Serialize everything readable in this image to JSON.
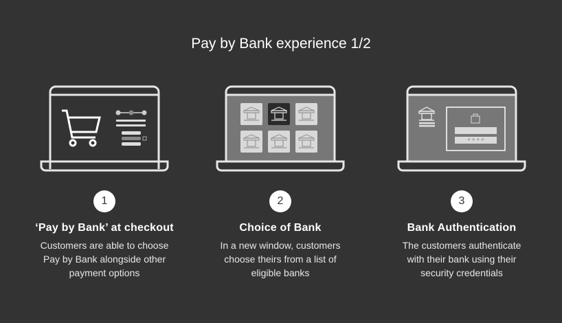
{
  "title": "Pay by Bank experience 1/2",
  "steps": [
    {
      "number": "1",
      "title": "‘Pay by Bank’ at checkout",
      "desc": [
        "Customers are able to choose",
        "Pay by Bank alongside other",
        "payment options"
      ],
      "icon": "shopping-cart-laptop"
    },
    {
      "number": "2",
      "title": "Choice of Bank",
      "desc": [
        "In a new window, customers",
        "choose theirs from a list of",
        "eligible banks"
      ],
      "icon": "bank-grid-laptop"
    },
    {
      "number": "3",
      "title": "Bank Authentication",
      "desc": [
        "The customers authenticate",
        "with their bank using their",
        "security credentials"
      ],
      "icon": "bank-login-laptop"
    }
  ],
  "password_mask": "* * * *",
  "colors": {
    "background": "#333333",
    "screen": "#777777",
    "outline": "#e6e6e6"
  }
}
